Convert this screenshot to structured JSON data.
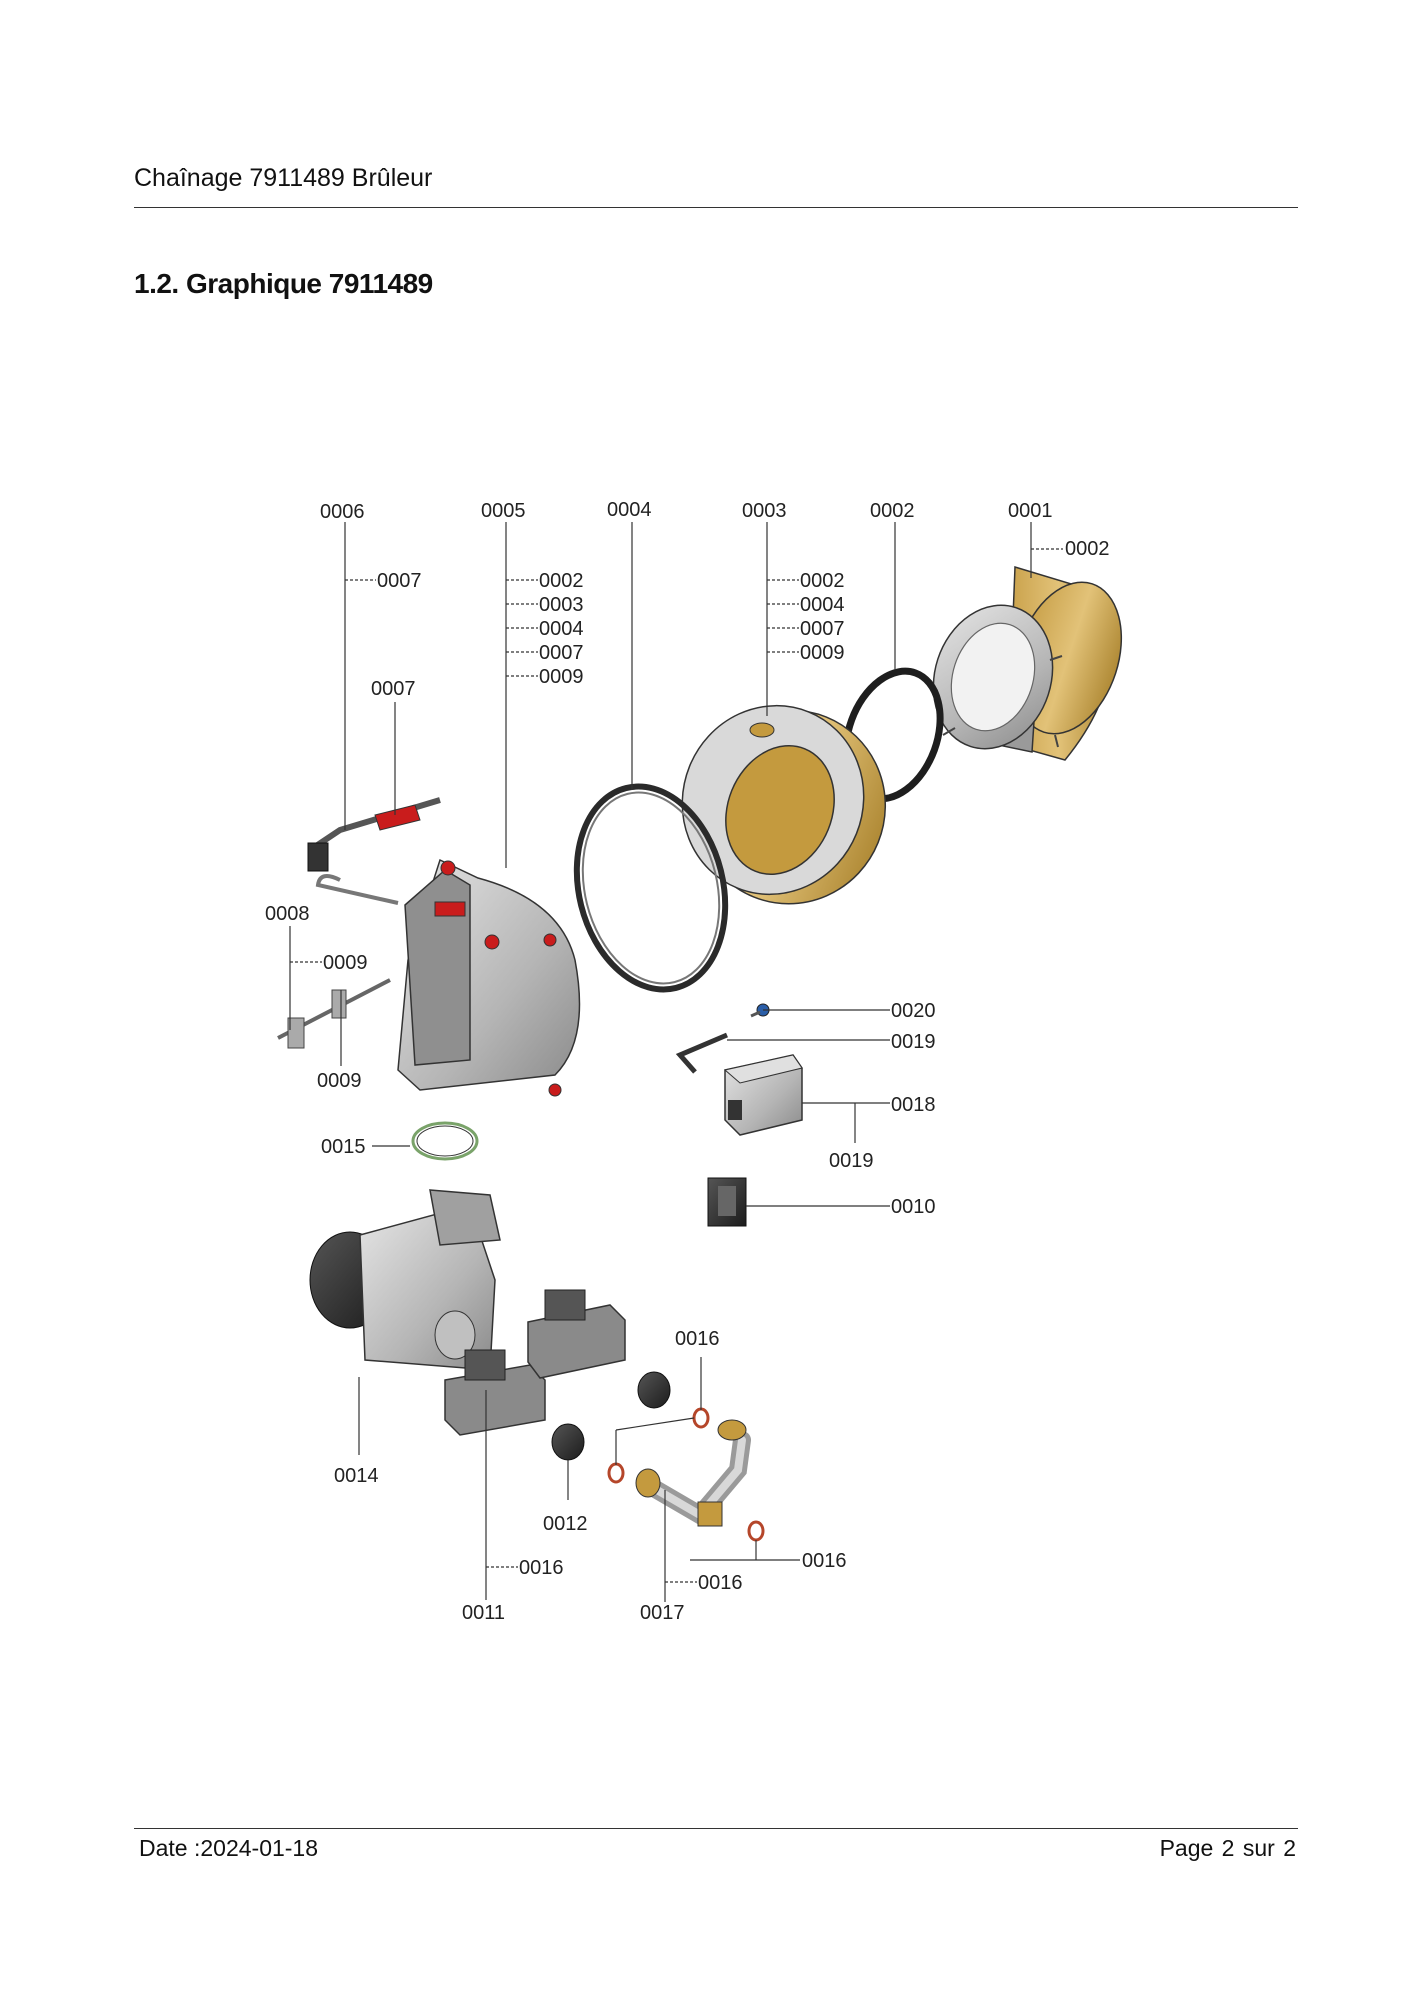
{
  "header": {
    "title": "Chaînage 7911489 Brûleur"
  },
  "section": {
    "title": "1.2. Graphique 7911489"
  },
  "diagram": {
    "labels": {
      "p0006": "0006",
      "p0005": "0005",
      "p0004": "0004",
      "p0003": "0003",
      "p0002": "0002",
      "p0001": "0001",
      "p0006_sub": [
        "0007"
      ],
      "p0005_sub": [
        "0002",
        "0003",
        "0004",
        "0007",
        "0009"
      ],
      "p0003_sub": [
        "0002",
        "0004",
        "0007",
        "0009"
      ],
      "p0001_sub": [
        "0002"
      ],
      "p0007": "0007",
      "p0008": "0008",
      "p0008_sub": "0009",
      "p0009": "0009",
      "p0015": "0015",
      "p0020": "0020",
      "p0019a": "0019",
      "p0018": "0018",
      "p0019b": "0019",
      "p0010": "0010",
      "p0016a": "0016",
      "p0014": "0014",
      "p0012": "0012",
      "p0011": "0011",
      "p0011_sub": "0016",
      "p0017": "0017",
      "p0017_sub": "0016",
      "p0016b": "0016"
    }
  },
  "footer": {
    "date": "Date :2024-01-18",
    "page": "Page 2 sur  2"
  }
}
